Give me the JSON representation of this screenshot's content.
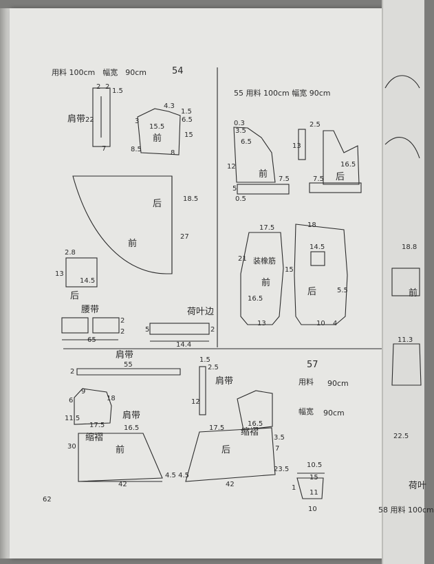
{
  "page_number": "62",
  "pattern54": {
    "header": "用料 100cm　幅宽　90cm",
    "number": "54",
    "strap_label": "肩带",
    "front_label": "前",
    "back_label": "后",
    "waistband_label": "腰带",
    "ruffle_label": "荷叶边",
    "dims": {
      "d22": "22",
      "d2a": "2",
      "d2b": "2",
      "d15a": "1.5",
      "d7": "7",
      "d43": "4.3",
      "d15b": "1.5",
      "d3": "3",
      "d155": "15.5",
      "d15c": "15",
      "d65a": "6.5",
      "d85": "8.5",
      "d8": "8",
      "d185": "18.5",
      "d27": "27",
      "d28": "2.8",
      "d13": "13",
      "d145": "14.5",
      "d65b": "65",
      "d2c": "2",
      "d2d": "2",
      "d144": "14.4",
      "d5": "5",
      "d2e": "2"
    }
  },
  "pattern55": {
    "header": "55 用料 100cm 幅宽 90cm",
    "front_label": "前",
    "back_label": "后",
    "elastic_label": "装橡筋",
    "dims": {
      "d03": "0.3",
      "d35": "3.5",
      "d65": "6.5",
      "d12": "12",
      "d5": "5",
      "d75a": "7.5",
      "d05": "0.5",
      "d25": "2.5",
      "d13": "13",
      "d165": "16.5",
      "d75b": "7.5",
      "d175": "17.5",
      "d21": "21",
      "d165b": "16.5",
      "d15": "15",
      "d13b": "13",
      "d18": "18",
      "d145": "14.5",
      "d55": "5.5",
      "d10": "10",
      "d4": "4"
    }
  },
  "pattern56": {
    "strap_label": "肩带",
    "shoulder_label": "肩带",
    "gather_label": "缩褶",
    "front_label": "前",
    "back_label": "后",
    "dims": {
      "d55": "55",
      "d2": "2",
      "d15": "1.5",
      "d25": "2.5",
      "d12": "12",
      "d9": "9",
      "d18": "18",
      "d6": "6",
      "d115": "11.5",
      "d175": "17.5",
      "d165": "16.5",
      "d30": "30",
      "d42a": "42",
      "d4545": "4.5 4.5",
      "d42b": "42",
      "d235": "23.5",
      "d35": "3.5",
      "d7": "7"
    }
  },
  "pattern57": {
    "number": "57",
    "fabric_label": "用料",
    "fabric_value": "90cm",
    "width_label": "幅宽",
    "width_value": "90cm",
    "dims": {
      "d105": "10.5",
      "d15": "15",
      "d11": "11",
      "d10": "10",
      "d1": "1"
    }
  },
  "next_page": {
    "front_label": "前",
    "ruffle_label": "荷叶",
    "footer": "58 用料 100cm",
    "dims": {
      "d188": "18.8",
      "d113": "11.3",
      "d225": "22.5"
    }
  },
  "colors": {
    "paper": "#e7e7e4",
    "ink": "#2a2a2a",
    "background": "#7c7c7a"
  }
}
